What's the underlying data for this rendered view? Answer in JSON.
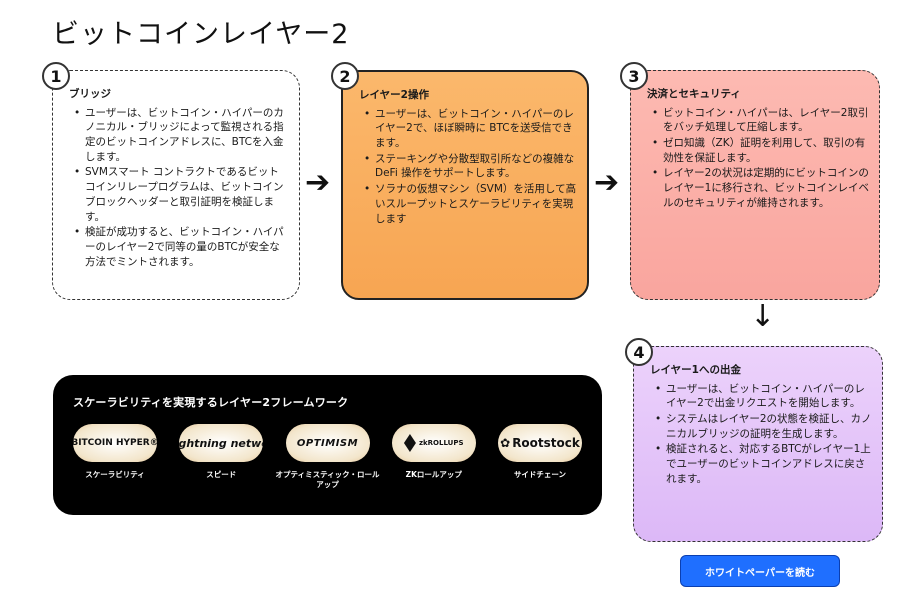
{
  "title": "ビットコインレイヤー2",
  "steps": [
    {
      "number": "1",
      "title": "ブリッジ",
      "bullets": [
        "ユーザーは、ビットコイン・ハイパーのカノニカル・ブリッジによって監視される指定のビットコインアドレスに、BTCを入金します。",
        "SVMスマート コントラクトであるビットコインリレープログラムは、ビットコインブロックヘッダーと取引証明を検証します。",
        "検証が成功すると、ビットコイン・ハイパーのレイヤー2で同等の量のBTCが安全な方法でミントされます。"
      ]
    },
    {
      "number": "2",
      "title": "レイヤー2操作",
      "bullets": [
        "ユーザーは、ビットコイン・ハイパーのレイヤー2で、ほぼ瞬時に BTCを送受信できます。",
        "ステーキングや分散型取引所などの複雑なDeFi 操作をサポートします。",
        "ソラナの仮想マシン（SVM）を活用して高いスループットとスケーラビリティを実現します"
      ]
    },
    {
      "number": "3",
      "title": "決済とセキュリティ",
      "bullets": [
        "ビットコイン・ハイパーは、レイヤー2取引をバッチ処理して圧縮します。",
        "ゼロ知識（ZK）証明を利用して、取引の有効性を保証します。",
        "レイヤー2の状況は定期的にビットコインのレイヤー1に移行され、ビットコインレイベルのセキュリティが維持されます。"
      ]
    },
    {
      "number": "4",
      "title": "レイヤー1への出金",
      "bullets": [
        "ユーザーは、ビットコイン・ハイパーのレイヤー2で出金リクエストを開始します。",
        "システムはレイヤー2の状態を検証し、カノニカルブリッジの証明を生成します。",
        "検証されると、対応するBTCがレイヤー1上でユーザーのビットコインアドレスに戻されます。"
      ]
    }
  ],
  "framework": {
    "title": "スケーラビリティを実現するレイヤー2フレームワーク",
    "items": [
      {
        "logo": "BITCOIN HYPER®",
        "caption": "スケーラビリティ"
      },
      {
        "logo": "lightning network",
        "caption": "スピード"
      },
      {
        "logo": "OPTIMISM",
        "caption": "オプティミスティック・ロールアップ"
      },
      {
        "logo": "zkROLLUPS",
        "caption": "ZKロールアップ"
      },
      {
        "logo": "Rootstock",
        "caption": "サイドチェーン"
      }
    ]
  },
  "cta": {
    "label": "ホワイトペーパーを読む"
  },
  "icons": {
    "arrow_right": "arrow-right-icon",
    "arrow_down": "arrow-down-icon"
  },
  "colors": {
    "card2": "#f7a552",
    "card3": "#f9a59e",
    "card4": "#dcb8f7",
    "button": "#1f6fff"
  }
}
